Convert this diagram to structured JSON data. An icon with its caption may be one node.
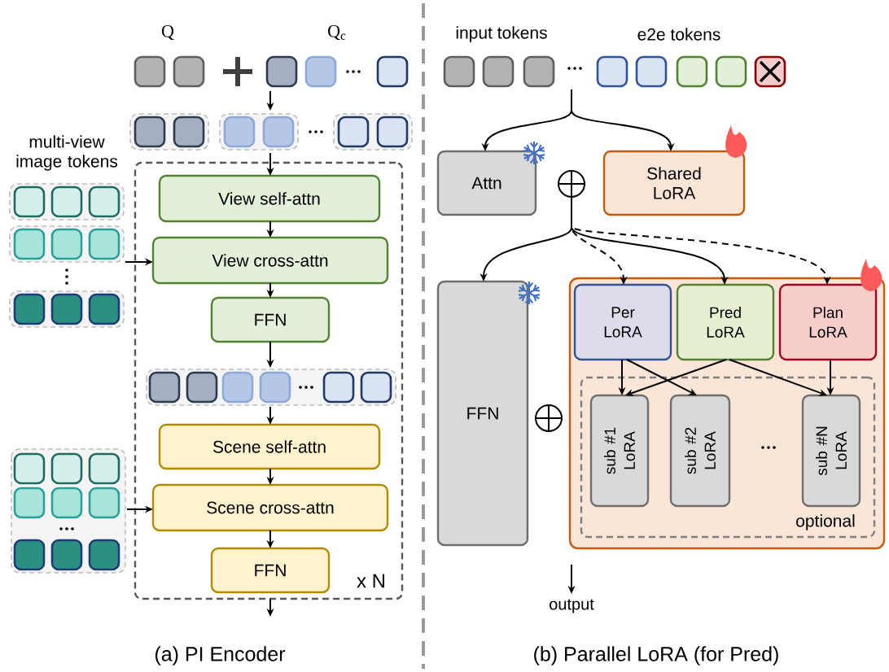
{
  "diagram": {
    "nodes": [
      {
        "text": [],
        "shape": "box",
        "beside": [
          "Q",
          "Q$_{c}$"
        ]
      },
      {
        "text": [],
        "shape": "box"
      },
      {
        "text": [
          "x N"
        ]
      },
      {
        "text": [
          "View self-attn"
        ],
        "in": 2
      },
      {
        "text": [
          "View cross-attn"
        ],
        "in": 2
      },
      {
        "text": [
          "FFN"
        ],
        "in": 2
      },
      {
        "text": [],
        "shape": "box",
        "in": 2
      },
      {
        "text": [
          "Scene self-attn"
        ],
        "in": 2
      },
      {
        "text": [
          "Scene cross-attn"
        ],
        "in": 2
      },
      {
        "text": [
          "FFN"
        ],
        "in": 2
      },
      {
        "text": [],
        "shape": "box",
        "beside": [
          "multi-view image tokens"
        ]
      },
      {
        "text": [],
        "shape": "box"
      },
      {
        "text": [],
        "shape": "box",
        "beside": [
          "input tokens",
          "e2e tokens"
        ]
      },
      {
        "text": [
          "Attn"
        ]
      },
      {
        "text": [
          "Shared LoRA"
        ]
      },
      {
        "text": [
          "FFN"
        ]
      },
      {
        "text": [],
        "shape": "box"
      },
      {
        "text": [
          "Per LoRA"
        ],
        "in": 16
      },
      {
        "text": [
          "Pred LoRA"
        ],
        "in": 16
      },
      {
        "text": [
          "Plan LoRA"
        ],
        "in": 16
      },
      {
        "text": [
          "optional"
        ],
        "in": 16
      },
      {
        "text": [
          "sub #1 LoRA"
        ],
        "in": 20
      },
      {
        "text": [
          "sub #2 LoRA"
        ],
        "in": 20
      },
      {
        "text": [
          "sub #N LoRA"
        ],
        "in": 20
      },
      {
        "text": [],
        "shape": "circle"
      },
      {
        "text": [
          "output"
        ]
      }
    ],
    "edges": [
      {
        "from": 0,
        "to": 1,
        "arrow": "to"
      },
      {
        "from": 1,
        "to": 3,
        "arrow": "to"
      },
      {
        "from": 3,
        "to": 4,
        "arrow": "to"
      },
      {
        "from": 10,
        "to": 4,
        "arrow": "to"
      },
      {
        "from": 4,
        "to": 5,
        "arrow": "to"
      },
      {
        "from": 5,
        "to": 6,
        "arrow": "to"
      },
      {
        "from": 6,
        "to": 7,
        "arrow": "to"
      },
      {
        "from": 7,
        "to": 8,
        "arrow": "to"
      },
      {
        "from": 11,
        "to": 8,
        "arrow": "to"
      },
      {
        "from": 8,
        "to": 9,
        "arrow": "to"
      },
      {
        "from": 2,
        "to": null,
        "arrow": "to"
      },
      {
        "from": 12,
        "to": 13,
        "arrow": "to"
      },
      {
        "from": 12,
        "to": 14,
        "arrow": "to"
      },
      {
        "from": 24,
        "to": 15,
        "arrow": "to"
      },
      {
        "from": 24,
        "to": 17,
        "arrow": "to",
        "style": "dashed"
      },
      {
        "from": 24,
        "to": 18,
        "arrow": "to"
      },
      {
        "from": 24,
        "to": 19,
        "arrow": "to",
        "style": "dashed"
      },
      {
        "from": 17,
        "to": 21,
        "arrow": "to"
      },
      {
        "from": 17,
        "to": 22,
        "arrow": "to"
      },
      {
        "from": 18,
        "to": 21,
        "arrow": "to"
      },
      {
        "from": 18,
        "to": 23,
        "arrow": "to"
      },
      {
        "from": 19,
        "to": 23,
        "arrow": "to"
      },
      {
        "from": null,
        "to": 25,
        "arrow": "to"
      }
    ],
    "labels": [
      "(a) PI Encoder",
      "(b) Parallel LoRA (for Pred)"
    ]
  }
}
